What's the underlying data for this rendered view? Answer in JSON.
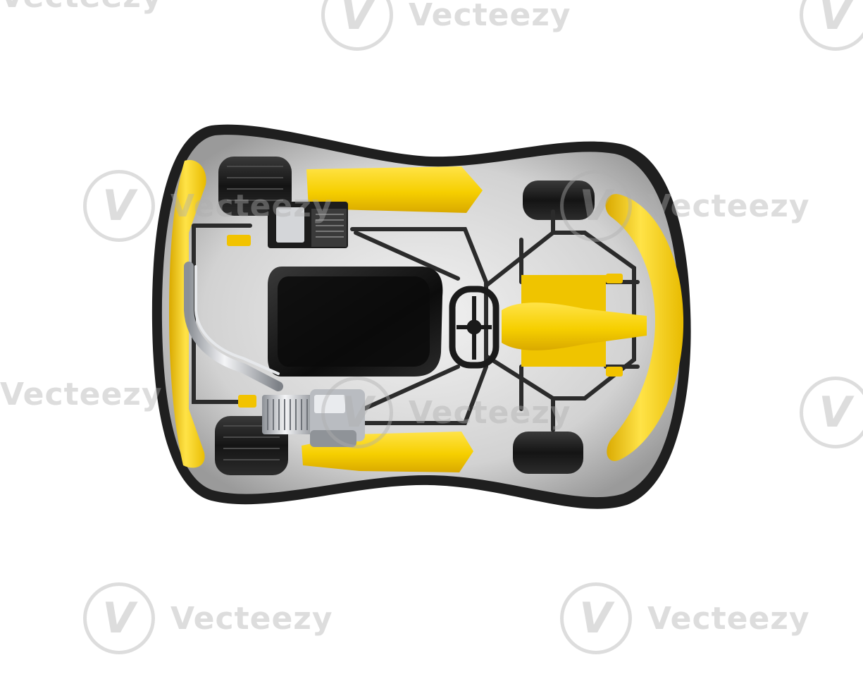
{
  "image": {
    "subject": "go-kart-top-view",
    "colors": {
      "background": "#ffffff",
      "body": "#f5d200",
      "body_shade": "#d9ad00",
      "bumper_rim": "#1e1e1e",
      "floor": "#c9c9c9",
      "tire": "#202020",
      "frame": "#2b2b2b",
      "chrome": "#cfd2d6"
    }
  },
  "watermark": {
    "text": "Vecteezy",
    "logo_glyph": "V"
  }
}
